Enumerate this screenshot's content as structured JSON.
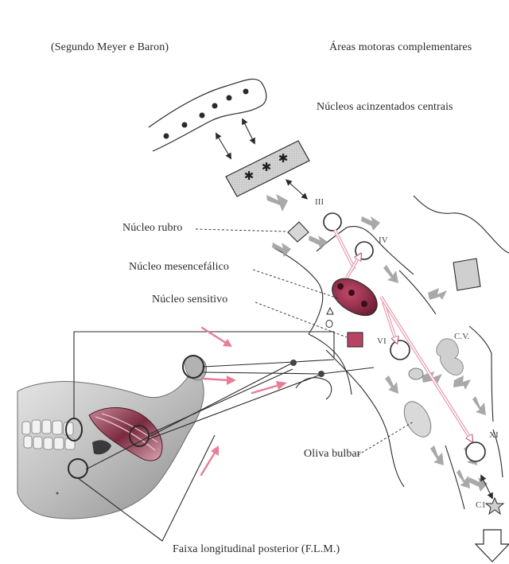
{
  "header": {
    "source_note": "(Segundo Meyer e Baron)",
    "motor_areas": "Áreas motoras complementares"
  },
  "labels": {
    "gray_nuclei": "Núcleos acinzentados centrais",
    "red_nucleus": "Núcleo rubro",
    "mesencephalic_nucleus": "Núcleo mesencefálico",
    "sensory_nucleus": "Núcleo sensitivo",
    "olive": "Oliva bulbar",
    "footer": "Faixa longitudinal posterior (F.L.M.)"
  },
  "nerve_labels": {
    "III": "III",
    "IV": "IV",
    "VI": "VI",
    "XI": "XI",
    "CV": "C.V.",
    "C1": "C1"
  },
  "colors": {
    "line": "#2b2b2b",
    "gray_arrow": "#9a9a9a",
    "gray_fill": "#cfcfcf",
    "pink_arrow": "#e87d98",
    "maroon": "#a3304d",
    "muscle": "#8a3a4d",
    "bone": "#bdbdbd"
  }
}
